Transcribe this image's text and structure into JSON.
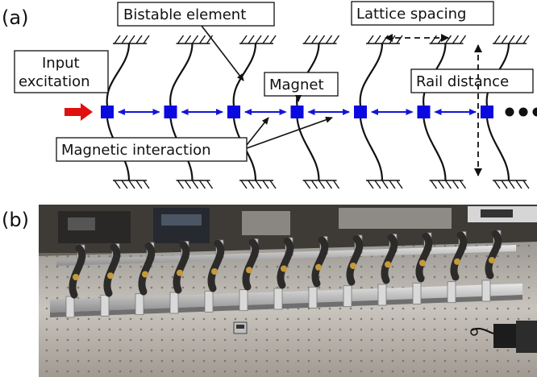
{
  "panels": {
    "a": {
      "label": "(a)"
    },
    "b": {
      "label": "(b)"
    }
  },
  "labels": {
    "bistable_element": "Bistable element",
    "lattice_spacing": "Lattice spacing",
    "input_excitation_line1": "Input",
    "input_excitation_line2": "excitation",
    "magnet": "Magnet",
    "rail_distance": "Rail distance",
    "magnetic_interaction": "Magnetic interaction"
  },
  "colors": {
    "magnet": "#0a0ae0",
    "interaction_arrow": "#1414d8",
    "input_arrow": "#e01010",
    "line": "#111111"
  },
  "lattice": {
    "element_count": 7,
    "continuation": "•••"
  },
  "photo": {
    "description_icon": "experimental-setup-photo"
  }
}
